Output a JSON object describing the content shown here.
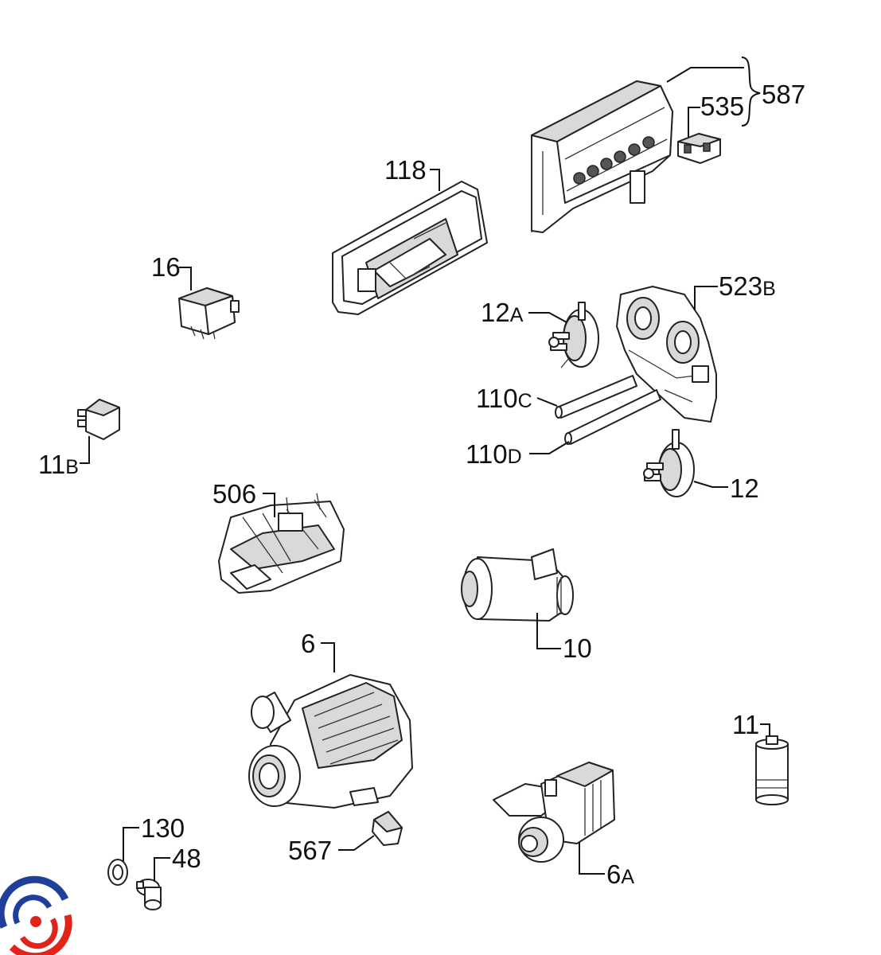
{
  "labels": {
    "l587": "587",
    "l535": "535",
    "l118": "118",
    "l16": "16",
    "l523b_main": "523",
    "l523b_sub": "B",
    "l12a_main": "12",
    "l12a_sub": "A",
    "l110c_main": "110",
    "l110c_sub": "C",
    "l110d_main": "110",
    "l110d_sub": "D",
    "l11b_main": "11",
    "l11b_sub": "B",
    "l12": "12",
    "l506": "506",
    "l10": "10",
    "l6": "6",
    "l11": "11",
    "l130": "130",
    "l48": "48",
    "l567": "567",
    "l6a_main": "6",
    "l6a_sub": "A"
  },
  "colors": {
    "logo_blue": "#1f3f9a",
    "logo_red": "#e2231a",
    "line": "#111111"
  },
  "icons": {
    "logo": "circular-swirl-logo"
  }
}
